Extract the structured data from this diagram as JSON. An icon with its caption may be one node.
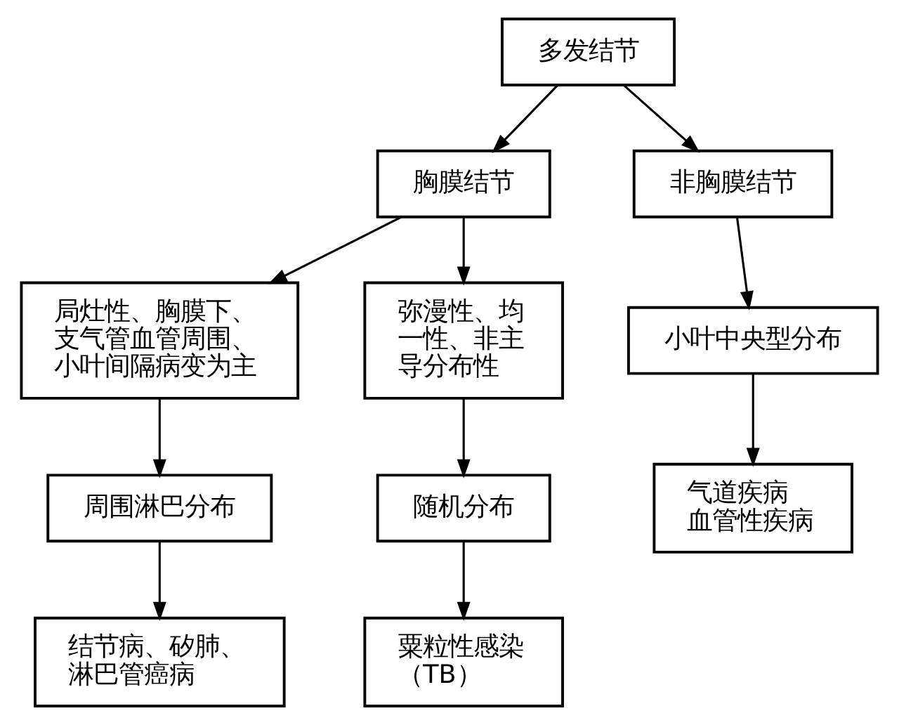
{
  "diagram": {
    "nodes": [
      {
        "text": [
          "多发结节"
        ]
      },
      {
        "text": [
          "胸膜结节"
        ]
      },
      {
        "text": [
          "非胸膜结节"
        ]
      },
      {
        "text": [
          "局灶性、胸膜下、支气管血管周围、小叶间隔病变为主"
        ]
      },
      {
        "text": [
          "弥漫性、均一性、非主导分布性"
        ]
      },
      {
        "text": [
          "周围淋巴分布"
        ]
      },
      {
        "text": [
          "随机分布"
        ]
      },
      {
        "text": [
          "小叶中央型分布"
        ]
      },
      {
        "text": [
          "结节病、矽肺、淋巴管癌病"
        ]
      },
      {
        "text": [
          "粟粒性感染（TB）"
        ]
      },
      {
        "text": [
          "气道疾病",
          "血管性疾病"
        ]
      }
    ],
    "edges": [
      {
        "from": 0,
        "to": 1,
        "arrow": "to"
      },
      {
        "from": 0,
        "to": 2,
        "arrow": "to"
      },
      {
        "from": 1,
        "to": 3,
        "arrow": "to"
      },
      {
        "from": 1,
        "to": 4,
        "arrow": "to"
      },
      {
        "from": 3,
        "to": 5,
        "arrow": "to"
      },
      {
        "from": 4,
        "to": 6,
        "arrow": "to"
      },
      {
        "from": 2,
        "to": 7,
        "arrow": "to"
      },
      {
        "from": 5,
        "to": 8,
        "arrow": "to"
      },
      {
        "from": 6,
        "to": 9,
        "arrow": "to"
      },
      {
        "from": 7,
        "to": 10,
        "arrow": "to"
      }
    ]
  }
}
